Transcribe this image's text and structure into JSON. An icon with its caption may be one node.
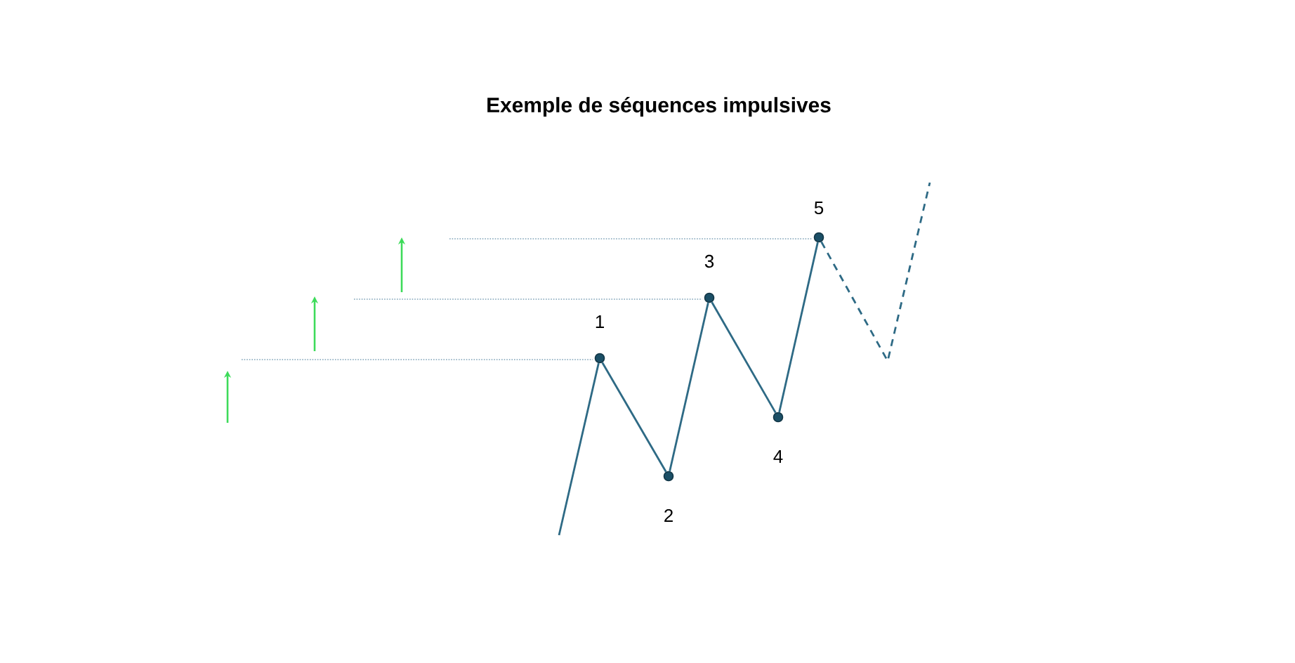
{
  "diagram": {
    "title": "Exemple de séquences impulsives",
    "nodes": [
      {
        "text": [],
        "shape": "circle",
        "beside": [
          "1"
        ]
      },
      {
        "text": [],
        "shape": "circle",
        "beside": [
          "2"
        ]
      },
      {
        "text": [],
        "shape": "circle",
        "beside": [
          "3"
        ]
      },
      {
        "text": [],
        "shape": "circle",
        "beside": [
          "4"
        ]
      },
      {
        "text": [],
        "shape": "circle",
        "beside": [
          "5"
        ]
      }
    ],
    "edges": [
      {
        "from": null,
        "to": 0,
        "arrow": "none"
      },
      {
        "from": 0,
        "to": 1,
        "arrow": "none"
      },
      {
        "from": 1,
        "to": 2,
        "arrow": "none"
      },
      {
        "from": 2,
        "to": 3,
        "arrow": "none"
      },
      {
        "from": 3,
        "to": 4,
        "arrow": "none"
      },
      {
        "from": 4,
        "to": null,
        "arrow": "none",
        "style": "dashed"
      }
    ]
  }
}
